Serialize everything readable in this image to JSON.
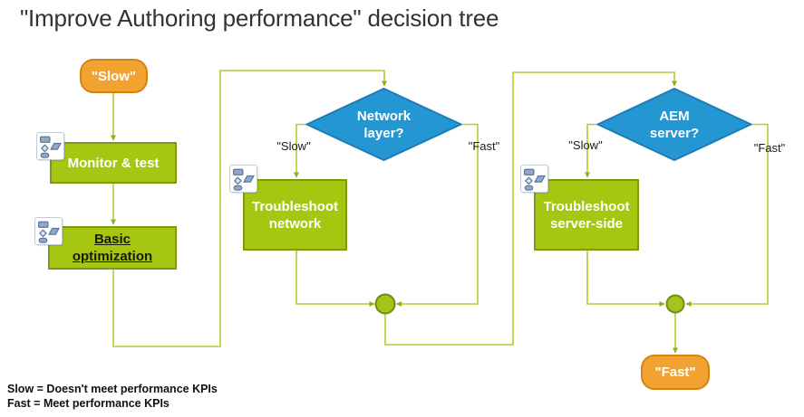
{
  "title": "\"Improve Authoring performance\" decision tree",
  "colors": {
    "orange_fill": "#F2A230",
    "orange_border": "#D28611",
    "green_fill": "#A6C711",
    "green_border": "#7E9913",
    "blue_fill": "#2497D3",
    "blue_border": "#1C7CB8",
    "connector": "#B2CC33",
    "connector_dark": "#8CB01E",
    "junction_fill": "#A4C41C",
    "junction_border": "#6F8C12"
  },
  "nodes": {
    "start": {
      "label": "\"Slow\""
    },
    "monitor": {
      "label": "Monitor & test"
    },
    "basic": {
      "label": "Basic\noptimization"
    },
    "network_question": {
      "label": "Network\nlayer?"
    },
    "troubleshoot_network": {
      "label": "Troubleshoot\nnetwork"
    },
    "aem_question": {
      "label": "AEM\nserver?"
    },
    "troubleshoot_server": {
      "label": "Troubleshoot\nserver-side"
    },
    "end": {
      "label": "\"Fast\""
    }
  },
  "branches": {
    "network_slow": "\"Slow\"",
    "network_fast": "\"Fast\"",
    "aem_slow": "\"Slow\"",
    "aem_fast": "\"Fast\""
  },
  "legend": [
    "Slow = Doesn't meet performance KPIs",
    "Fast = Meet performance KPIs"
  ],
  "icons": {
    "flowchart": "flowchart-icon"
  }
}
